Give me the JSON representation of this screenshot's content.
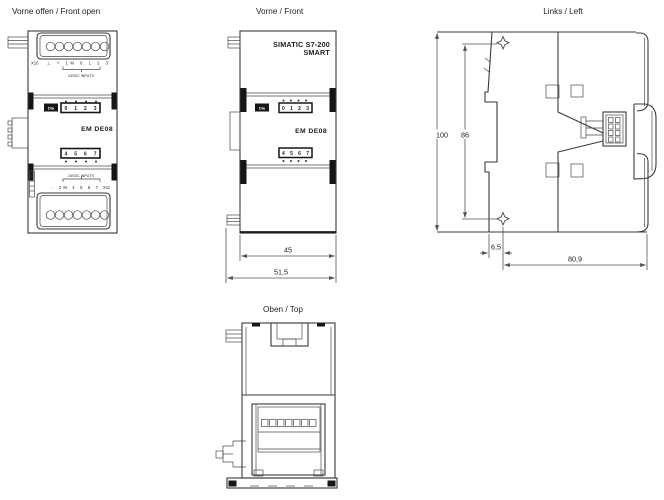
{
  "views": {
    "front_open": {
      "title": "Vorne offen / Front open",
      "module_label": "EM DE08",
      "led": {
        "badge": "DIa",
        "row_top": "0 1 2 3",
        "row_bottom": "4 5 6 7"
      },
      "terminals_top": {
        "ref": "X10",
        "pins": "⊥ + 1M 0 1 2 3",
        "caption": "24VDC INPUTS"
      },
      "terminals_bottom": {
        "ref": "X11",
        "pins": "· 2M 4 5 6 7",
        "caption": "24VDC INPUTS"
      }
    },
    "front": {
      "title": "Vorne / Front",
      "brand_line1": "SIMATIC S7-200",
      "brand_line2": "SMART",
      "module_label": "EM DE08",
      "led": {
        "badge": "DIa",
        "row_top": "0 1 2 3",
        "row_bottom": "4 5 6 7"
      },
      "dim_body_width": "45",
      "dim_total_width": "51,5"
    },
    "left": {
      "title": "Links / Left",
      "dim_total_height": "100",
      "dim_hole_spacing": "86",
      "dim_hole_offset": "6,5",
      "dim_depth": "80,9"
    },
    "top": {
      "title": "Oben / Top"
    }
  }
}
